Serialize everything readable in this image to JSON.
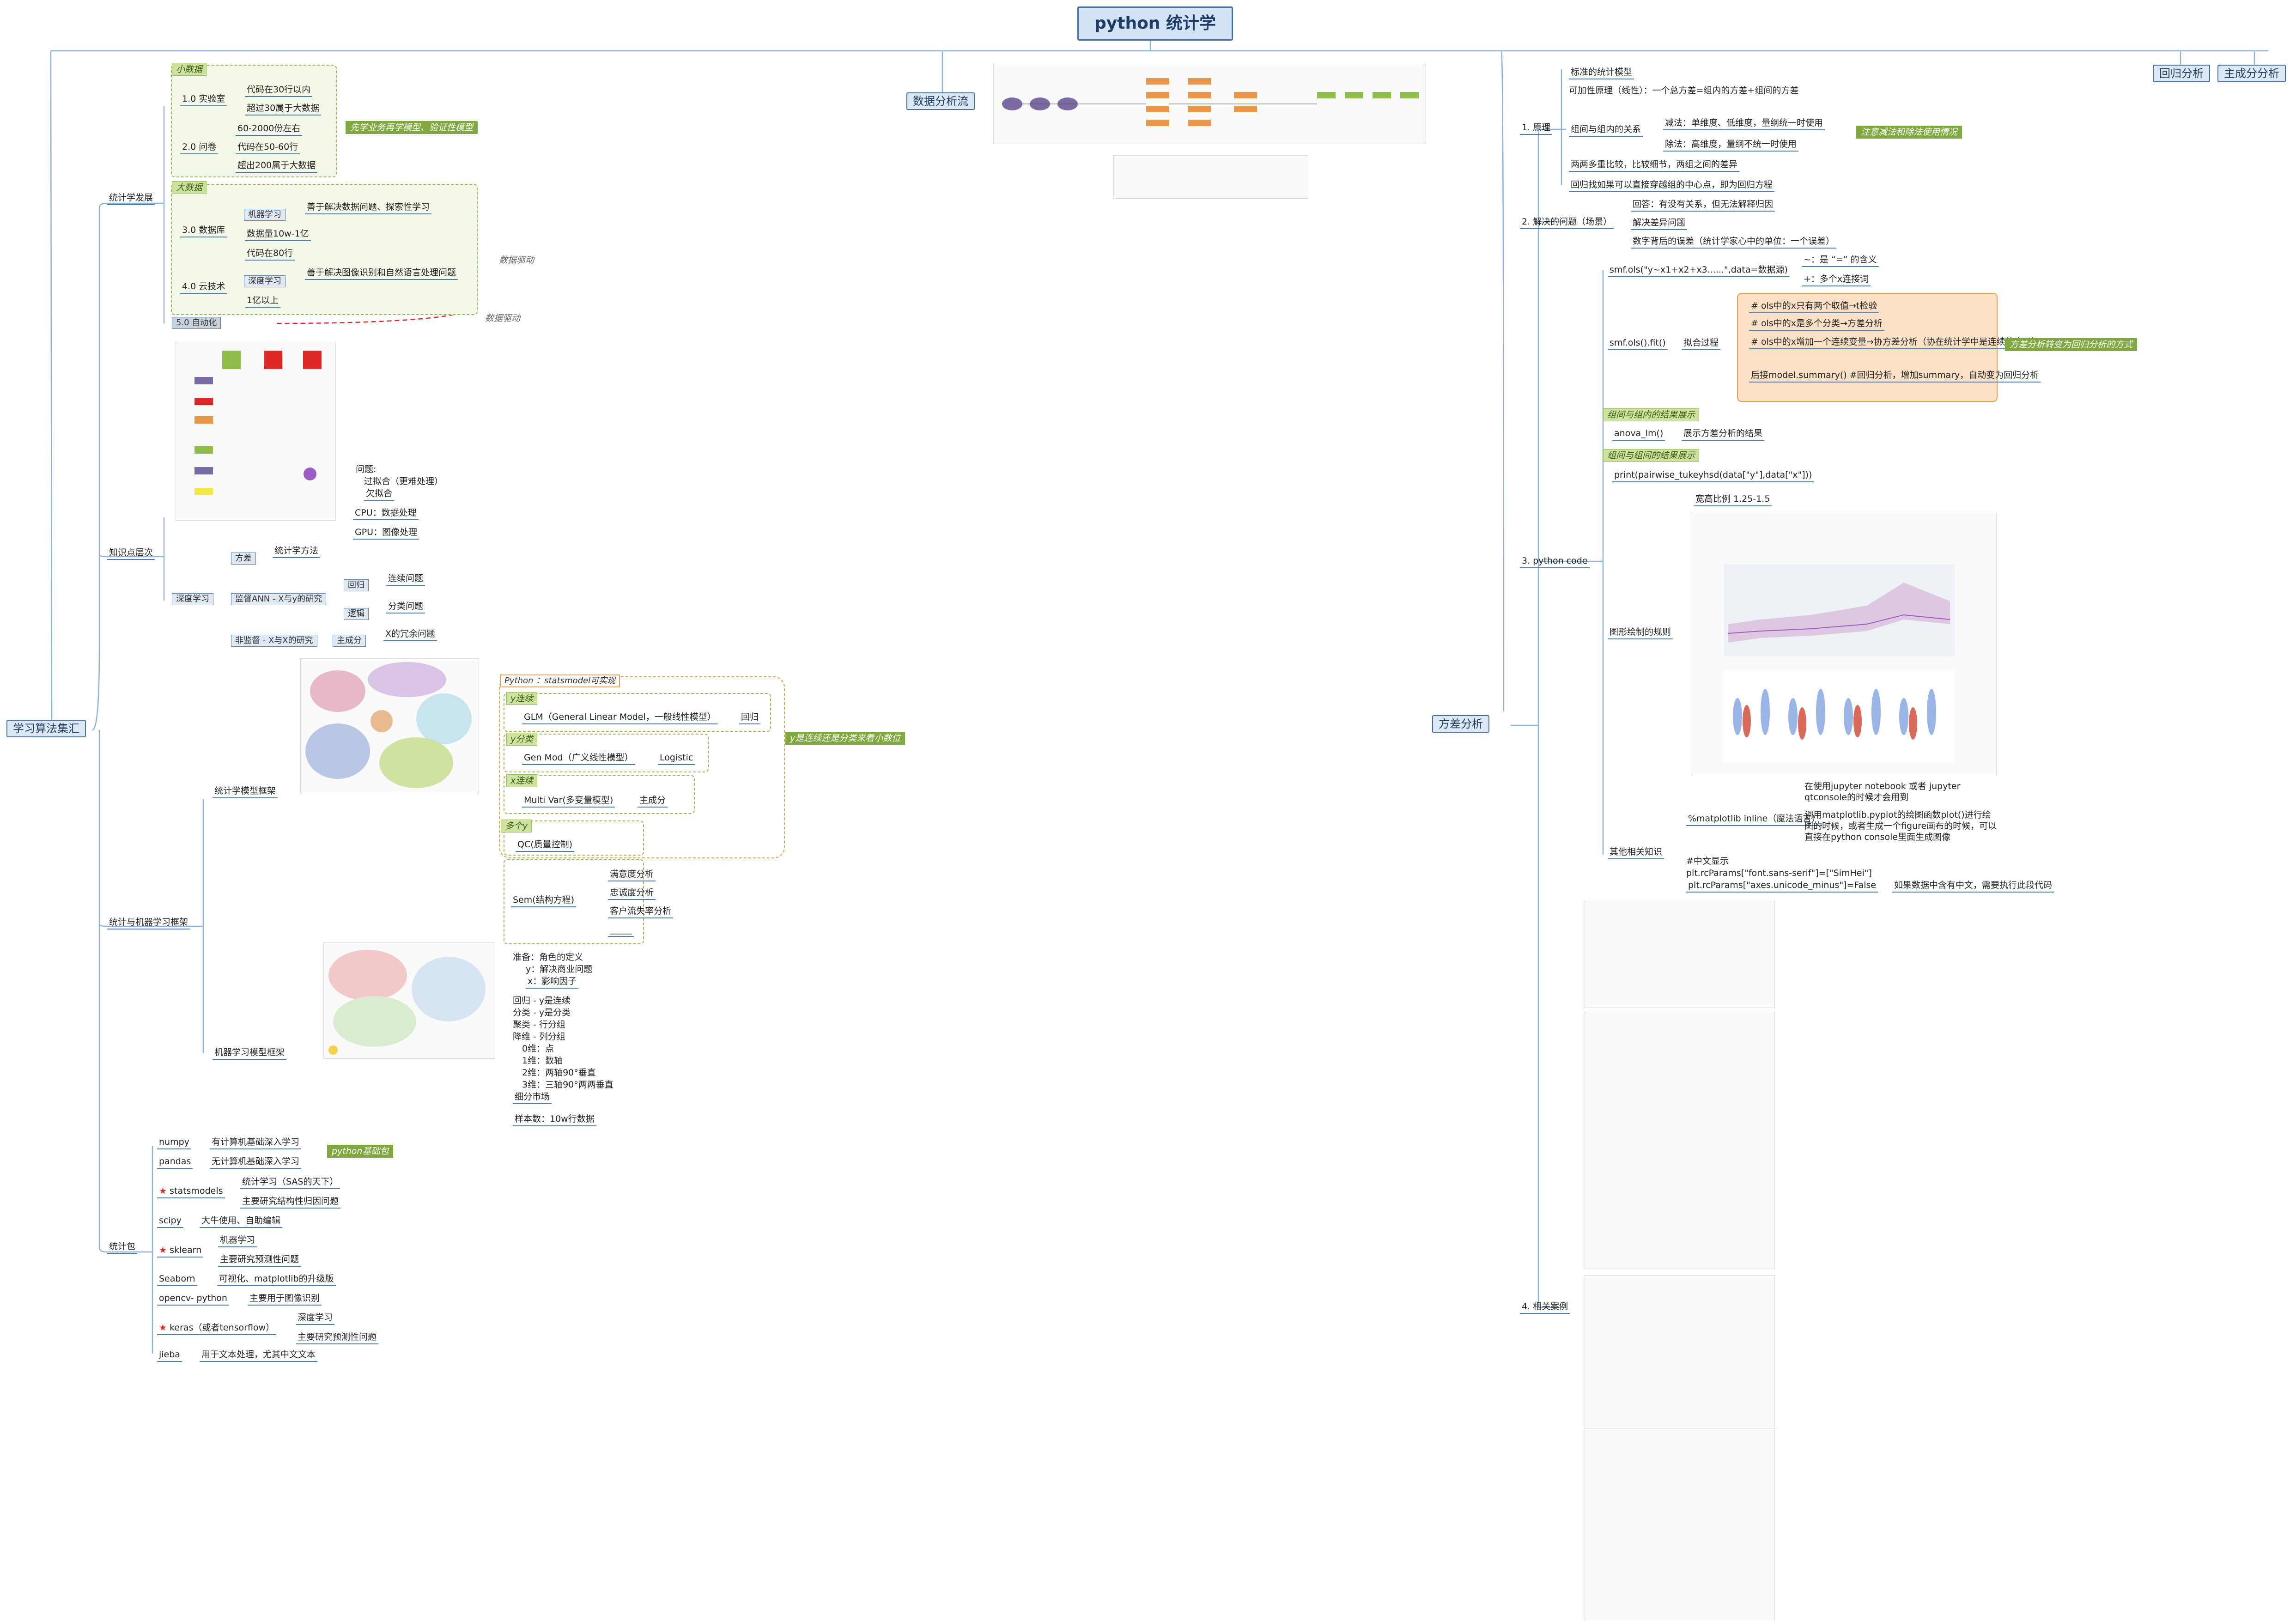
{
  "root": {
    "title": "python 统计学"
  },
  "branches": {
    "left_main": "学习算法集汇",
    "data_flow": "数据分析流",
    "anova": "方差分析",
    "regression": "回归分析",
    "pca": "主成分分析"
  },
  "stat_dev": {
    "label": "统计学发展",
    "small_data": "小数据",
    "lab": "1.0 实验室",
    "lab_items": [
      "代码在30行以内",
      "超过30属于大数据"
    ],
    "survey": "2.0 问卷",
    "survey_items": [
      "60-2000份左右",
      "代码在50-60行",
      "超出200属于大数据"
    ],
    "summary_small": "先学业务再学模型、验证性模型",
    "big_data": "大数据",
    "db": "3.0 数据库",
    "ml": "机器学习",
    "ml_note": "善于解决数据问题、探索性学习",
    "db_items": [
      "数据量10w-1亿",
      "代码在80行"
    ],
    "cloud": "4.0 云技术",
    "dl": "深度学习",
    "dl_note": "善于解决图像识别和自然语言处理问题",
    "cloud_items": [
      "1亿以上"
    ],
    "auto": "5.0 自动化",
    "drive1": "数据驱动",
    "drive2": "数据驱动"
  },
  "knowledge": {
    "label": "知识点层次",
    "problems": [
      "问题:",
      "过拟合（更难处理）",
      "欠拟合"
    ],
    "cpu": "CPU：数据处理",
    "gpu": "GPU：图像处理",
    "variance": "方差",
    "stat_method": "统计学方法",
    "deep": "深度学习",
    "supervised": "监督ANN - X与y的研究",
    "reg": "回归",
    "cont": "连续问题",
    "logic": "逻辑",
    "cls": "分类问题",
    "unsup": "非监督 - X与X的研究",
    "pc": "主成分",
    "dim": "X的冗余问题"
  },
  "stat_ml": {
    "label": "统计与机器学习框架",
    "framework": "统计学模型框架",
    "python_tag": "Python ：statsmodel可实现",
    "y_cont": "y连续",
    "glm": "GLM（General Linear Model，一般线性模型）",
    "reg": "回归",
    "y_cls": "y分类",
    "genmod": "Gen Mod（广义线性模型）",
    "logistic": "Logistic",
    "x_cont": "x连续",
    "multivar": "Multi Var(多变量模型)",
    "pcs": "主成分",
    "multi_y": "多个y",
    "qc": "QC(质量控制)",
    "sem": "Sem(结构方程)",
    "sem_items": [
      "满意度分析",
      "忠诚度分析",
      "客户流失率分析",
      "_____"
    ],
    "summary": "y是连续还是分类来看小数位",
    "ml_framework": "机器学习模型框架",
    "prep": [
      "准备：角色的定义",
      "y：解决商业问题",
      "x：影响因子"
    ],
    "tasks": [
      "回归 - y是连续",
      "分类 - y是分类",
      "聚类 - 行分组",
      "降维 - 列分组",
      "0维：点",
      "1维：数轴",
      "2维：两轴90°垂直",
      "3维：三轴90°两两垂直",
      "细分市场"
    ],
    "sample": "样本数：10w行数据"
  },
  "packages": {
    "label": "统计包",
    "summary": "python基础包",
    "numpy": "numpy",
    "numpy_d": "有计算机基础深入学习",
    "pandas": "pandas",
    "pandas_d": "无计算机基础深入学习",
    "statsmodels": "statsmodels",
    "statsmodels_d1": "统计学习（SAS的天下）",
    "statsmodels_d2": "主要研究结构性归因问题",
    "scipy": "scipy",
    "scipy_d": "大牛使用、自助编辑",
    "sklearn": "sklearn",
    "sklearn_d1": "机器学习",
    "sklearn_d2": "主要研究预测性问题",
    "seaborn": "Seaborn",
    "seaborn_d": "可视化、matplotlib的升级版",
    "opencv": "opencv- python",
    "opencv_d": "主要用于图像识别",
    "keras": "keras（或者tensorflow）",
    "keras_d1": "深度学习",
    "keras_d2": "主要研究预测性问题",
    "jieba": "jieba",
    "jieba_d": "用于文本处理，尤其中文文本"
  },
  "anova": {
    "principle": "1. 原理",
    "p1": "标准的统计模型",
    "p2": "可加性原理（线性）：一个总方差=组内的方差+组间的方差",
    "p3": "组间与组内的关系",
    "p3a": "减法：单维度、低维度，量纲统一时使用",
    "p3b": "除法：高维度，量纲不统一时使用",
    "p3_sum": "注意减法和除法使用情况",
    "p4": "两两多重比较，比较细节，两组之间的差异",
    "p5": "回归找如果可以直接穿越组的中心点，即为回归方程",
    "solve": "2. 解决的问题（场景）",
    "s1": "回答：有没有关系，但无法解释归因",
    "s2": "解决差异问题",
    "s3": "数字背后的误差（统计学家心中的单位：一个误差）",
    "code": "3. python code",
    "ols": "smf.ols(\"y~x1+x2+x3......\",data=数据源)",
    "ols1": "~：是 “=” 的含义",
    "ols2": "+：多个x连接词",
    "fit": "smf.ols().fit()",
    "fit_proc": "拟合过程",
    "f1": "# ols中的x只有两个取值→t检验",
    "f2": "# ols中的x是多个分类→方差分析",
    "f3": "# ols中的x增加一个连续变量→协方差分析（协在统计学中是连续的意思）",
    "f4": "后接model.summary() #回归分析，增加summary，自动变为回归分析",
    "fit_sum": "方差分析转变为回归分析的方式",
    "between1": "组间与组内的结果展示",
    "anova_lm": "anova_lm()",
    "anova_lm_d": "展示方差分析的结果",
    "between2": "组间与组间的结果展示",
    "tukey": "print(pairwise_tukeyhsd(data[\"y\"],data[\"x\"]))",
    "ratio": "宽高比例 1.25-1.5",
    "plot_rule": "图形绘制的规则",
    "other": "其他相关知识",
    "magic": "%matplotlib inline（魔法语言）",
    "magic1": "在使用jupyter notebook 或者 jupyter qtconsole的时候才会用到",
    "magic2": "调用matplotlib.pyplot的绘图函数plot()进行绘图的时候，或者生成一个figure画布的时候，可以直接在python console里面生成图像",
    "cn": [
      "#中文显示",
      "plt.rcParams[\"font.sans-serif\"]=[\"SimHei\"]",
      "plt.rcParams[\"axes.unicode_minus\"]=False"
    ],
    "cn_note": "如果数据中含有中文，需要执行此段代码",
    "cases": "4. 相关案例"
  }
}
